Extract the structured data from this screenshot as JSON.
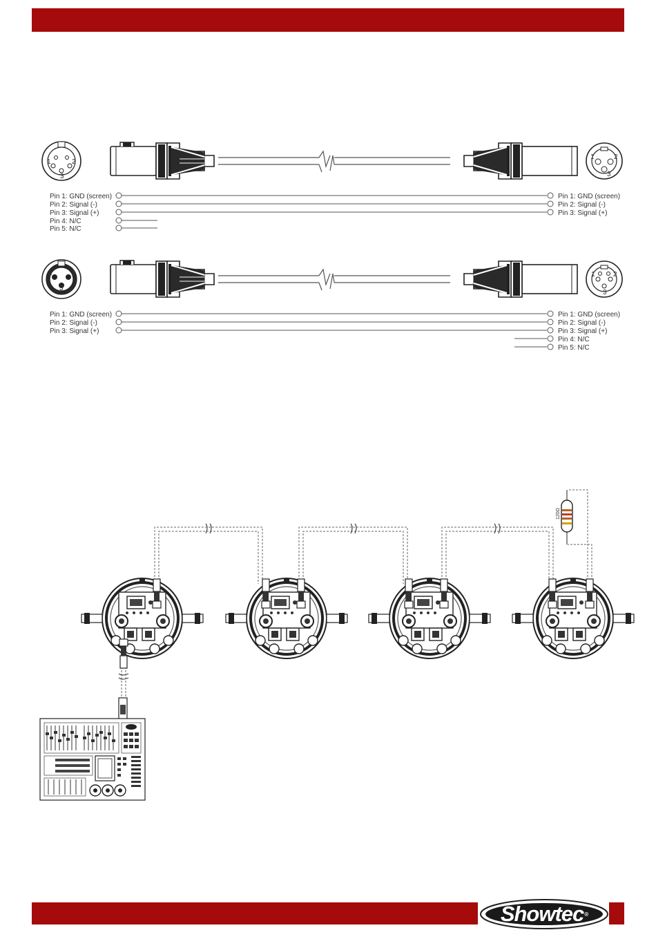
{
  "cable_diagrams": [
    {
      "left_pins": [
        "Pin 1: GND (screen)",
        "Pin 2: Signal (-)",
        "Pin 3: Signal (+)",
        "Pin 4: N/C",
        "Pin 5: N/C"
      ],
      "right_pins": [
        "Pin 1: GND (screen)",
        "Pin 2: Signal (-)",
        "Pin 3: Signal (+)"
      ]
    },
    {
      "left_pins": [
        "Pin 1: GND (screen)",
        "Pin 2: Signal (-)",
        "Pin 3: Signal (+)"
      ],
      "right_pins": [
        "Pin 1: GND (screen)",
        "Pin 2: Signal (-)",
        "Pin 3: Signal (+)",
        "Pin 4: N/C",
        "Pin 5: N/C"
      ]
    }
  ],
  "connector_pins": {
    "five_pin_female": [
      "1",
      "2",
      "3"
    ],
    "three_pin_male": [
      "1",
      "2",
      "3"
    ],
    "three_pin_female": [
      "2",
      "1",
      "3"
    ],
    "five_pin_male": [
      "1",
      "2",
      "3"
    ]
  },
  "terminator": {
    "label": "120Ω"
  },
  "logo": {
    "text": "Showtec",
    "mark": "®"
  },
  "colors": {
    "brand_red": "#a50b0b",
    "line": "#555555"
  }
}
